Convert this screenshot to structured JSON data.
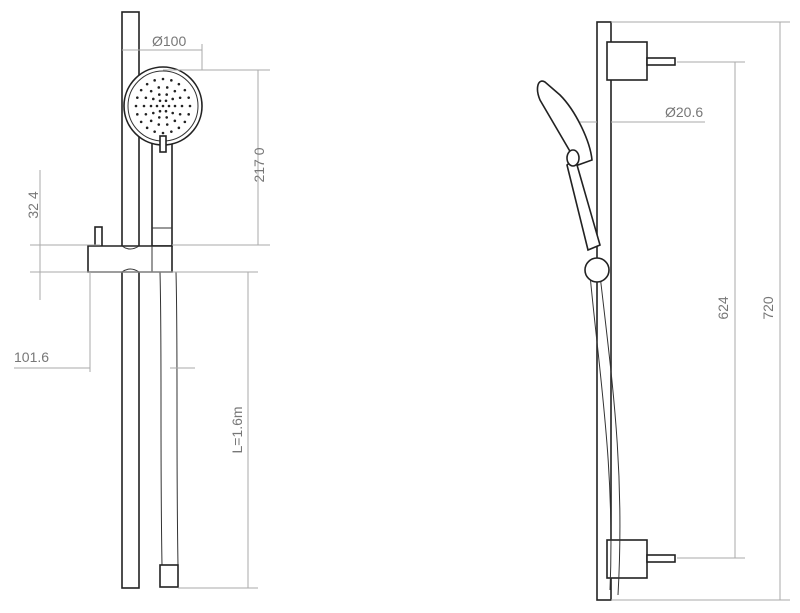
{
  "drawing": {
    "front_view": {
      "head_diameter": "Ø100",
      "head_height": "217 0",
      "slider_height": "32 4",
      "slider_offset": "101.6",
      "hose_length": "L=1.6m"
    },
    "side_view": {
      "rail_diameter": "Ø20.6",
      "bracket_spacing": "624",
      "rail_length": "720"
    }
  }
}
